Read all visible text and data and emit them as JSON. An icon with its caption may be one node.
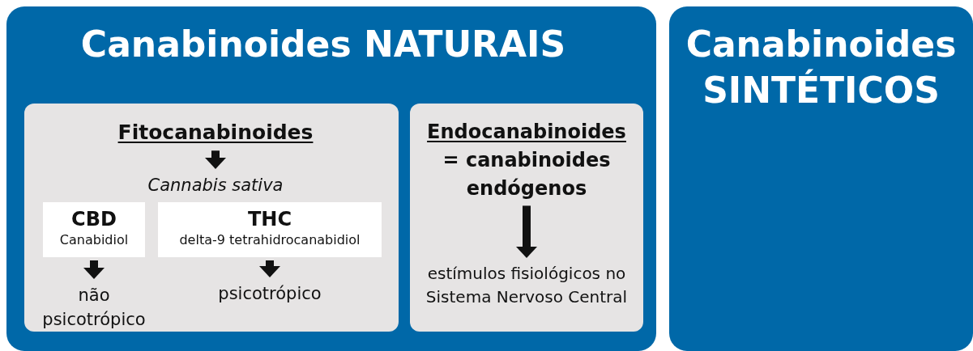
{
  "diagram": {
    "nodes": [
      {
        "text": [
          "Canabinoides NATURAIS"
        ]
      },
      {
        "text": [],
        "shape": "box",
        "in": 0
      },
      {
        "text": [
          "Fitocanabinoides"
        ],
        "in": 1
      },
      {
        "text": [
          "Cannabis sativa"
        ],
        "in": 1
      },
      {
        "text": [
          "CBD",
          "Canabidiol"
        ],
        "in": 1
      },
      {
        "text": [
          "THC",
          "delta-9 tetrahidrocanabidiol"
        ],
        "in": 1
      },
      {
        "text": [
          "não psicotrópico"
        ],
        "in": 1
      },
      {
        "text": [
          "psicotrópico"
        ],
        "in": 1
      },
      {
        "text": [],
        "shape": "box",
        "in": 0
      },
      {
        "text": [
          "Endocanabinoides",
          "= canabinoides endógenos"
        ],
        "in": 8
      },
      {
        "text": [
          "estímulos fisiológicos no Sistema Nervoso Central"
        ],
        "in": 8
      },
      {
        "text": [
          "Canabinoides SINTÉTICOS"
        ]
      }
    ],
    "edges": [
      {
        "from": 2,
        "to": 3,
        "arrow": "to"
      },
      {
        "from": 4,
        "to": 6,
        "arrow": "to"
      },
      {
        "from": 5,
        "to": 7,
        "arrow": "to"
      },
      {
        "from": 9,
        "to": 10,
        "arrow": "to"
      }
    ]
  }
}
